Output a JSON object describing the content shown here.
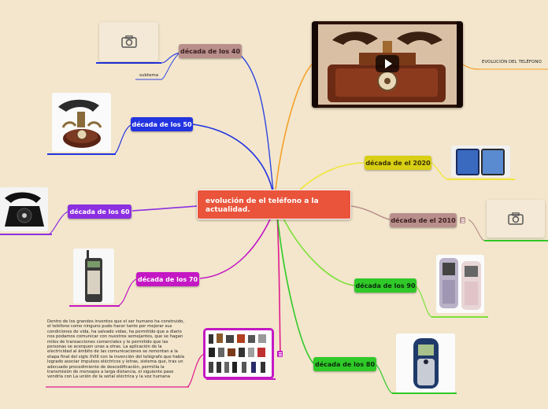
{
  "central": {
    "title": "evolución de el teléfono a la actualidad."
  },
  "nodes": {
    "d40": "década de los 40",
    "d50": "década de los 50",
    "d60": "década de los 60",
    "d70": "década de los 70",
    "d80": "década de los 80",
    "d90": "década de los 90",
    "d2010": "década de el 2010",
    "d2020": "década de el 2020"
  },
  "labels": {
    "subtema": "subtema",
    "video_caption": "EVOLUCIÓN DEL TELÉFONO"
  },
  "paragraph": "Dentro de los grandes inventos que el ser humano ha construido, el teléfono como ninguno pudo hacer tanto por mejorar sus condiciones de vida, ha salvado vidas, ha permitido que a diario nos podamos comunicar con nuestros semejantes, que se hagan miles de transacciones comerciales y le permitido que las personas se acerquen unas a otras. La aplicación de la electricidad al ámbito de las comunicaciones se remontan a la etapa final del siglo XVIII con la invención del telégrafo que había logrado asociar impulsos eléctricos y letras, sistema que, tras un adecuado procedimiento de descodificación, permitía la transmisión de mensajes a larga distancia, el siguiente paso vendría con La unión de la señal eléctrica y la voz humana",
  "icons": {
    "camera": "camera-icon",
    "play": "play-icon",
    "notes": "notes-icon"
  },
  "colors": {
    "background": "#f3e6cc",
    "central": "#e9543b",
    "d40": "#b98f8c",
    "d50": "#2233e0",
    "d60": "#8c2fe0",
    "d70": "#c418c4",
    "d80": "#2fc928",
    "d90": "#2fc928",
    "d2010": "#b98f8c",
    "d2020": "#d8cf14"
  }
}
